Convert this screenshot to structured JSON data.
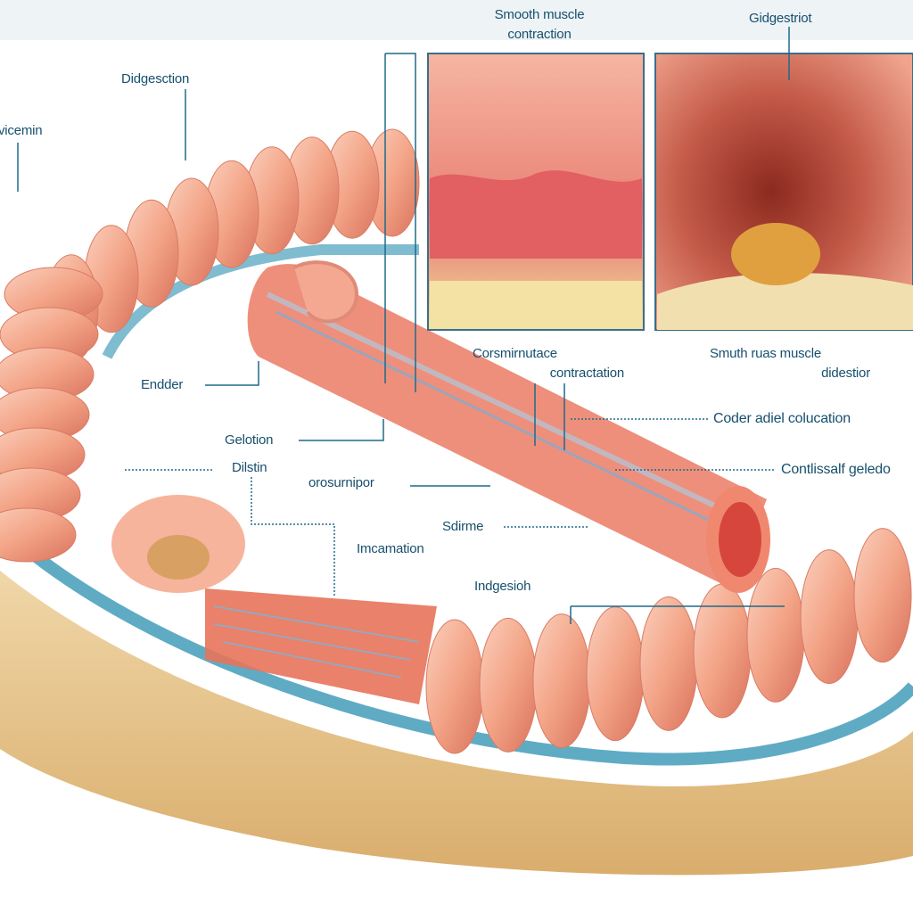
{
  "labels": {
    "smooth_muscle_top": [
      "Smooth muscle",
      "contraction"
    ],
    "gidgestriot": "Gidgestriot",
    "didgesction": "Didgesction",
    "vicemin": "vicemin",
    "endder": "Endder",
    "gelotion": "Gelotion",
    "dilstin": "Dilstin",
    "orosurnipor": "orosurnipor",
    "sdirme": "Sdirme",
    "imcamation": "Imcamation",
    "indgesioh": "Indgesioh",
    "corsmirnutace": [
      "Corsmirnutace",
      "contractation"
    ],
    "smuth_ruas": [
      "Smuth ruas muscle",
      "didestior"
    ],
    "coder_adiel": "Coder adiel colucation",
    "contlissalf": "Contlissalf geledo"
  },
  "colors": {
    "label": "#17506e",
    "tissue": "#f0a08a",
    "base": "#e8c48a",
    "rim": "#2a8fb0"
  }
}
